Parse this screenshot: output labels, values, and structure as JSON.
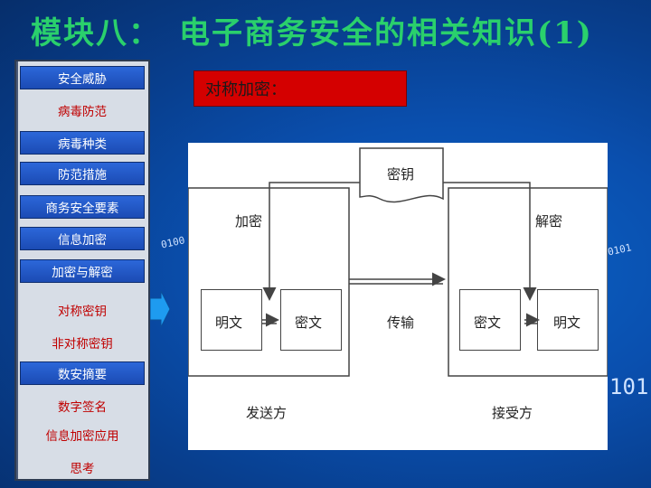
{
  "title": {
    "module": "模块八：",
    "topic": "电子商务安全的相关知识(1)"
  },
  "sidebar": {
    "items": [
      {
        "label": "安全威胁",
        "style": "blue"
      },
      {
        "label": "病毒防范",
        "style": "light"
      },
      {
        "label": "病毒种类",
        "style": "blue"
      },
      {
        "label": "防范措施",
        "style": "blue"
      },
      {
        "label": "商务安全要素",
        "style": "blue"
      },
      {
        "label": "信息加密",
        "style": "blue"
      },
      {
        "label": "加密与解密",
        "style": "blue"
      },
      {
        "label": "对称密钥",
        "style": "light"
      },
      {
        "label": "非对称密钥",
        "style": "light"
      },
      {
        "label": "数安摘要",
        "style": "blue"
      },
      {
        "label": "数字签名",
        "style": "light"
      },
      {
        "label": "信息加密应用",
        "style": "light"
      },
      {
        "label": "思考",
        "style": "light"
      }
    ]
  },
  "banner": {
    "text": "对称加密："
  },
  "diagram": {
    "key_label": "密钥",
    "encrypt_label": "加密",
    "decrypt_label": "解密",
    "plaintext_left": "明文",
    "ciphertext_left": "密文",
    "transmit_label": "传输",
    "ciphertext_right": "密文",
    "plaintext_right": "明文",
    "sender_label": "发送方",
    "receiver_label": "接受方"
  },
  "colors": {
    "title": "#2ad06c",
    "banner": "#d40000",
    "sidebar_active": "#1b4bb4",
    "sidebar_text_light": "#c00000"
  }
}
